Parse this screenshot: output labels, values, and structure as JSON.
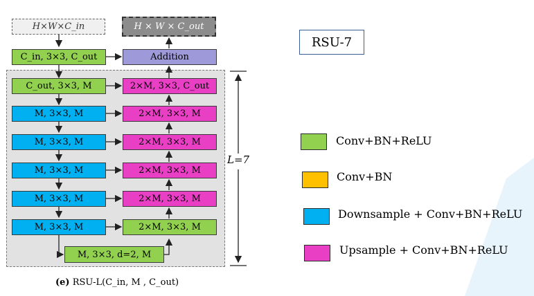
{
  "diagram": {
    "input_label": "H×W×C_in",
    "output_label": "H × W × C_out",
    "input_conv": "C_in, 3×3, C_out",
    "addition": "Addition",
    "encoder": [
      "C_out, 3×3, M",
      "M, 3×3, M",
      "M, 3×3, M",
      "M, 3×3, M",
      "M, 3×3, M",
      "M, 3×3, M"
    ],
    "decoder": [
      "2×M, 3×3, C_out",
      "2×M, 3×3, M",
      "2×M, 3×3, M",
      "2×M, 3×3, M",
      "2×M, 3×3, M",
      "2×M, 3×3, M"
    ],
    "bottleneck": "M, 3×3, d=2, M",
    "depth_label": "L=7",
    "caption_prefix": "(e)",
    "caption_text": "RSU-L(C_in, M , C_out)"
  },
  "title": "RSU-7",
  "legend": [
    {
      "label": "Conv+BN+ReLU",
      "color": "#92d050"
    },
    {
      "label": "Conv+BN",
      "color": "#ffc000"
    },
    {
      "label": "Downsample + Conv+BN+ReLU",
      "color": "#00b0f0"
    },
    {
      "label": "Upsample + Conv+BN+ReLU",
      "color": "#e83fc5"
    }
  ],
  "colors": {
    "accent_background": "#e8f4fc"
  }
}
